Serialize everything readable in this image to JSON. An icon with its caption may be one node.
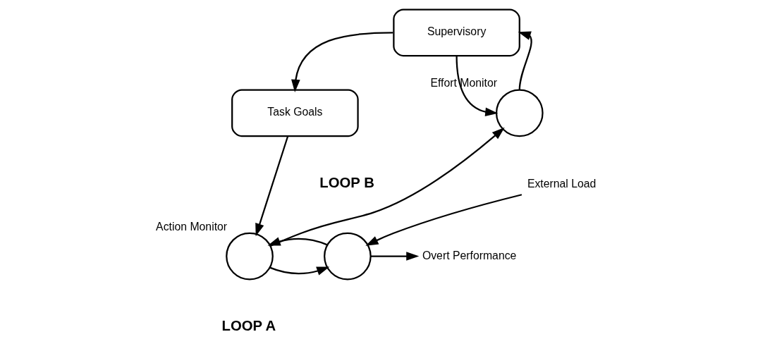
{
  "diagram": {
    "nodes": [
      {
        "text": [
          "Supervisory"
        ]
      },
      {
        "text": [
          "Task Goals"
        ]
      },
      {
        "text": [],
        "shape": "circle",
        "beside": [
          "Effort Monitor"
        ]
      },
      {
        "text": [
          "External Load"
        ]
      },
      {
        "text": [],
        "shape": "circle",
        "beside": [
          "Action Monitor"
        ]
      },
      {
        "text": [],
        "shape": "circle"
      },
      {
        "text": [
          "Overt Performance"
        ]
      }
    ],
    "edges": [
      {
        "from": 0,
        "to": 1,
        "arrow": "to"
      },
      {
        "from": 0,
        "to": 2,
        "arrow": "to"
      },
      {
        "from": 2,
        "to": 0,
        "arrow": "to"
      },
      {
        "from": 1,
        "to": 4,
        "arrow": "to"
      },
      {
        "from": 4,
        "to": 5,
        "arrow": "to"
      },
      {
        "from": 4,
        "to": 2,
        "arrow": "to"
      },
      {
        "from": 3,
        "to": 5,
        "arrow": "to"
      },
      {
        "from": 5,
        "to": 6,
        "arrow": "to"
      },
      {
        "from": 5,
        "to": 4,
        "arrow": "to"
      }
    ],
    "labels": [
      "LOOP B",
      "LOOP A"
    ]
  }
}
